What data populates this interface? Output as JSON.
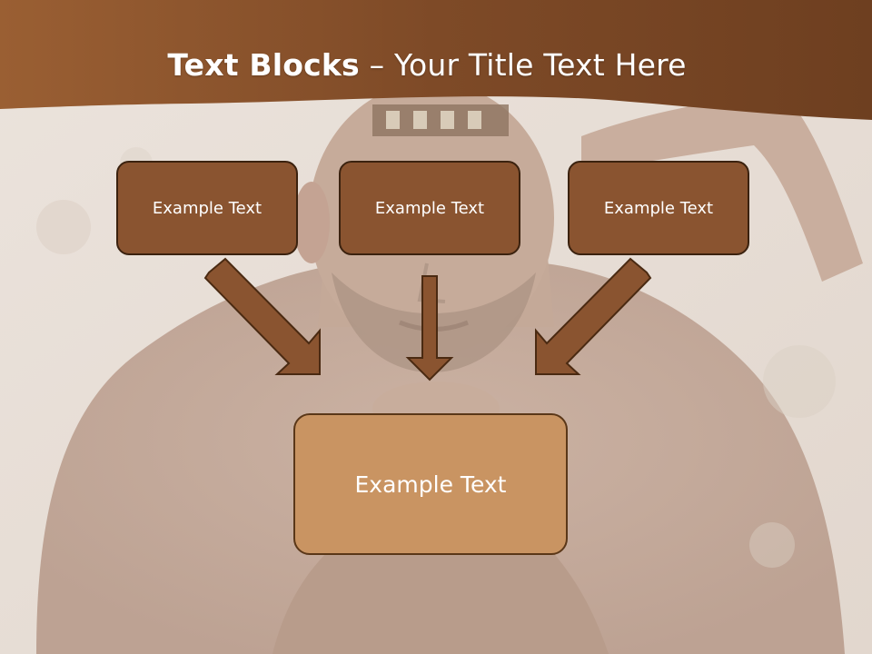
{
  "slide": {
    "title_bold": "Text Blocks",
    "title_separator": " – ",
    "title_rest": "Your Title Text Here"
  },
  "boxes": {
    "left": "Example Text",
    "middle": "Example Text",
    "right": "Example Text",
    "bottom": "Example Text"
  },
  "colors": {
    "title_band": "#8a5430",
    "box_fill": "#8a5430",
    "box_border": "#3b220f",
    "bottom_box_fill": "#c99462",
    "arrow_fill": "#8a5430",
    "arrow_stroke": "#4a2a12"
  }
}
